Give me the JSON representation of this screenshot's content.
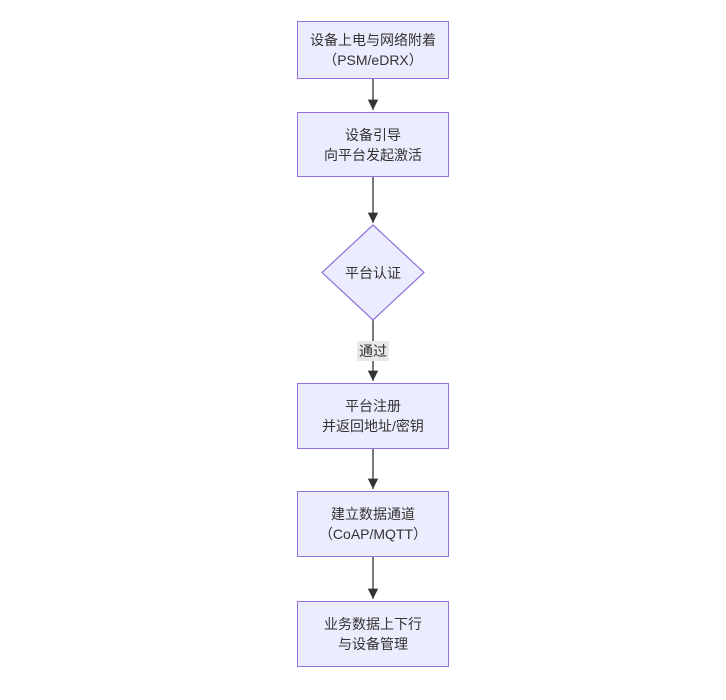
{
  "diagram": {
    "type": "flowchart",
    "direction": "top-down",
    "nodes": [
      {
        "id": "power-attach",
        "shape": "rectangle",
        "lines": [
          "设备上电与网络附着",
          "（PSM/eDRX）"
        ]
      },
      {
        "id": "bootstrap-activate",
        "shape": "rectangle",
        "lines": [
          "设备引导",
          "向平台发起激活"
        ]
      },
      {
        "id": "platform-auth",
        "shape": "diamond",
        "lines": [
          "平台认证"
        ]
      },
      {
        "id": "platform-register",
        "shape": "rectangle",
        "lines": [
          "平台注册",
          "并返回地址/密钥"
        ]
      },
      {
        "id": "data-channel",
        "shape": "rectangle",
        "lines": [
          "建立数据通道",
          "（CoAP/MQTT）"
        ]
      },
      {
        "id": "business-data",
        "shape": "rectangle",
        "lines": [
          "业务数据上下行",
          "与设备管理"
        ]
      }
    ],
    "edges": [
      {
        "from": "power-attach",
        "to": "bootstrap-activate",
        "label": ""
      },
      {
        "from": "bootstrap-activate",
        "to": "platform-auth",
        "label": ""
      },
      {
        "from": "platform-auth",
        "to": "platform-register",
        "label": "通过"
      },
      {
        "from": "platform-register",
        "to": "data-channel",
        "label": ""
      },
      {
        "from": "data-channel",
        "to": "business-data",
        "label": ""
      }
    ],
    "colors": {
      "node_fill": "#ECECFF",
      "node_border": "#9370DB",
      "text": "#333333",
      "edge": "#333333",
      "edge_label_bg": "#E8E8E8",
      "background": "#FFFFFF"
    }
  }
}
